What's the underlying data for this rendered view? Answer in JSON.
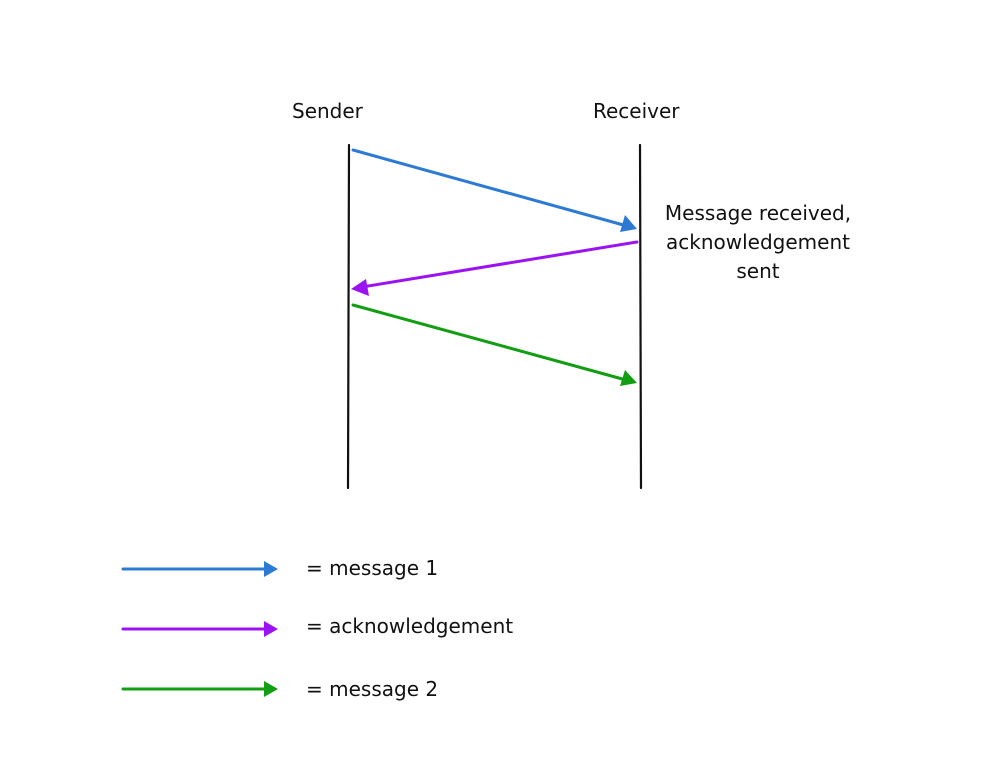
{
  "actors": {
    "sender": "Sender",
    "receiver": "Receiver"
  },
  "note": {
    "line1": "Message received,",
    "line2": "acknowledgement",
    "line3": "sent"
  },
  "messages": [
    {
      "id": "message-1",
      "from": "sender",
      "to": "receiver",
      "color": "#2d7ad6"
    },
    {
      "id": "acknowledgement",
      "from": "receiver",
      "to": "sender",
      "color": "#9b13f2"
    },
    {
      "id": "message-2",
      "from": "sender",
      "to": "receiver",
      "color": "#129e12"
    }
  ],
  "legend": [
    {
      "label": "= message 1",
      "color": "#2d7ad6"
    },
    {
      "label": "= acknowledgement",
      "color": "#9b13f2"
    },
    {
      "label": "= message 2",
      "color": "#129e12"
    }
  ]
}
